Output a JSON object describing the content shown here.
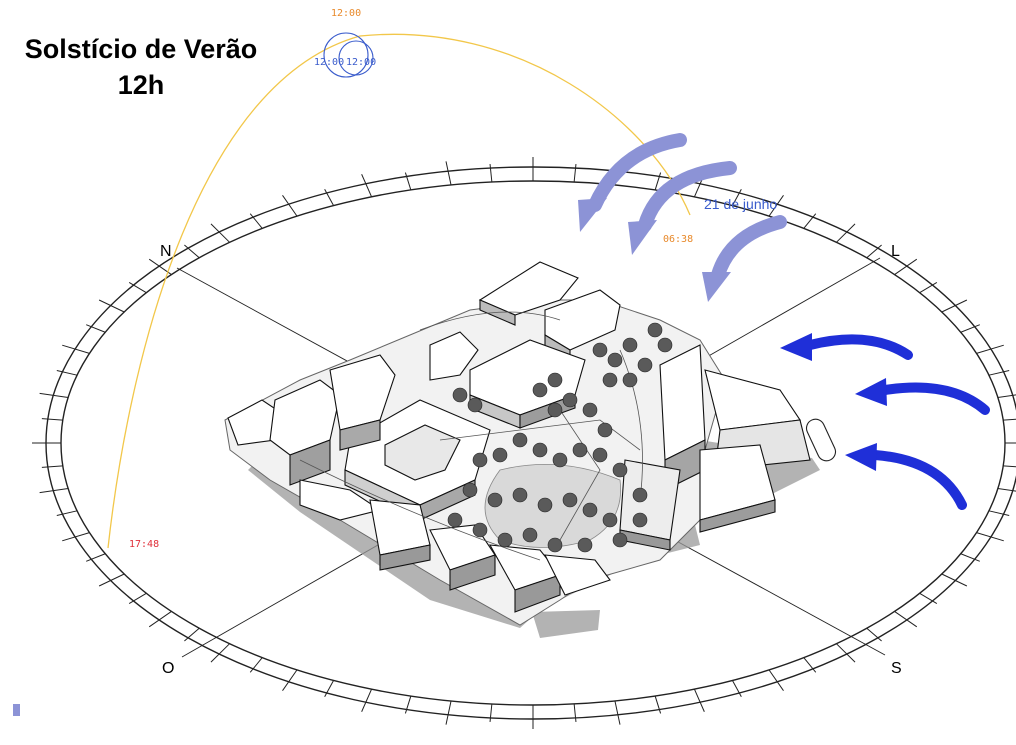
{
  "title": {
    "line1": "Solstício de Verão",
    "line2": "12h"
  },
  "compass": {
    "north": "N",
    "east": "L",
    "south": "S",
    "west": "O"
  },
  "sun_path": {
    "date_label": "21 de junho",
    "sunrise_time": "06:38",
    "noon_time": "12:00",
    "sunset_time": "17:48",
    "sun_marker_label": "12:00",
    "sun_marker_label_dup": "12:00",
    "path_color": "#f2c74a",
    "sunrise_color": "#e8892a",
    "sunset_color": "#e0303a",
    "marker_color": "#3a5ccc"
  },
  "winds": {
    "summer_arrow_color": "#8c93d6",
    "ventilation_arrow_color": "#1f2fd8"
  },
  "legend": {
    "swatch_color": "#8c93d6"
  }
}
